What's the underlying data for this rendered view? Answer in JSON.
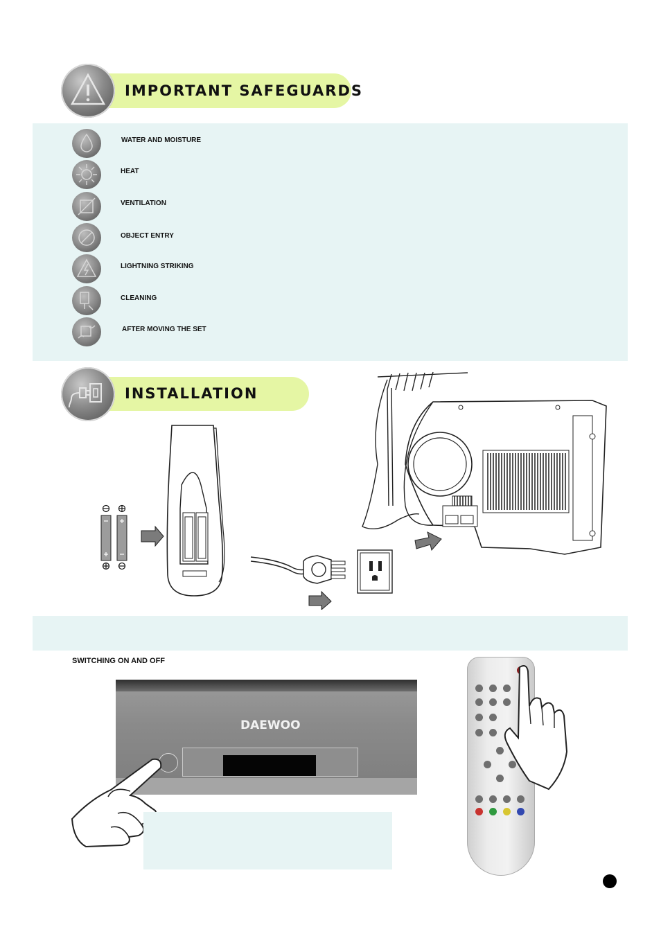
{
  "safeguards": {
    "title": "IMPORTANT SAFEGUARDS",
    "items": [
      {
        "icon": "water-drop-icon",
        "label": "WATER AND MOISTURE"
      },
      {
        "icon": "sun-heat-icon",
        "label": "HEAT"
      },
      {
        "icon": "ventilation-icon",
        "label": "VENTILATION"
      },
      {
        "icon": "no-entry-icon",
        "label": "OBJECT ENTRY"
      },
      {
        "icon": "lightning-icon",
        "label": "LIGHTNING STRIKING"
      },
      {
        "icon": "cleaning-icon",
        "label": "CLEANING"
      },
      {
        "icon": "box-move-icon",
        "label": "AFTER MOVING THE SET"
      }
    ]
  },
  "installation": {
    "title": "INSTALLATION"
  },
  "switching": {
    "title": "SWITCHING ON  AND OFF",
    "brand": "DAEWOO"
  },
  "colors": {
    "pill": "#e5f6a4",
    "panel": "#e7f4f4"
  }
}
